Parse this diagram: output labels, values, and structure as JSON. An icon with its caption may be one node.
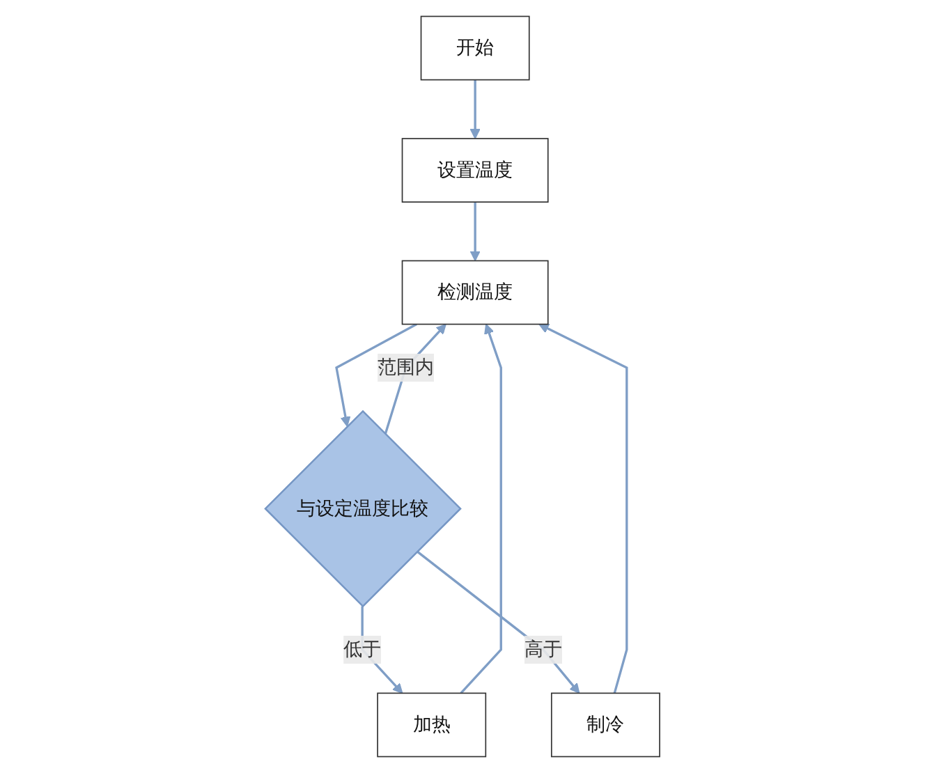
{
  "diagram": {
    "nodes": [
      {
        "text": [
          "开始"
        ]
      },
      {
        "text": [
          "设置温度"
        ]
      },
      {
        "text": [
          "检测温度"
        ]
      },
      {
        "text": [
          "加热"
        ]
      },
      {
        "text": [
          "与设定温度比较"
        ]
      },
      {
        "text": [
          "制冷"
        ]
      }
    ],
    "edges": [
      {
        "from": 0,
        "to": 1,
        "arrow": "to"
      },
      {
        "from": 1,
        "to": 2,
        "arrow": "to"
      },
      {
        "from": 2,
        "to": 4,
        "arrow": "to"
      },
      {
        "from": 4,
        "to": 3,
        "label": "低于",
        "arrow": "to"
      },
      {
        "from": 4,
        "to": 5,
        "label": "高于",
        "arrow": "to"
      },
      {
        "from": 3,
        "to": 2,
        "arrow": "to"
      },
      {
        "from": 5,
        "to": 2,
        "arrow": "to"
      },
      {
        "from": 4,
        "to": 2,
        "label": "范围内",
        "arrow": "to"
      }
    ]
  }
}
